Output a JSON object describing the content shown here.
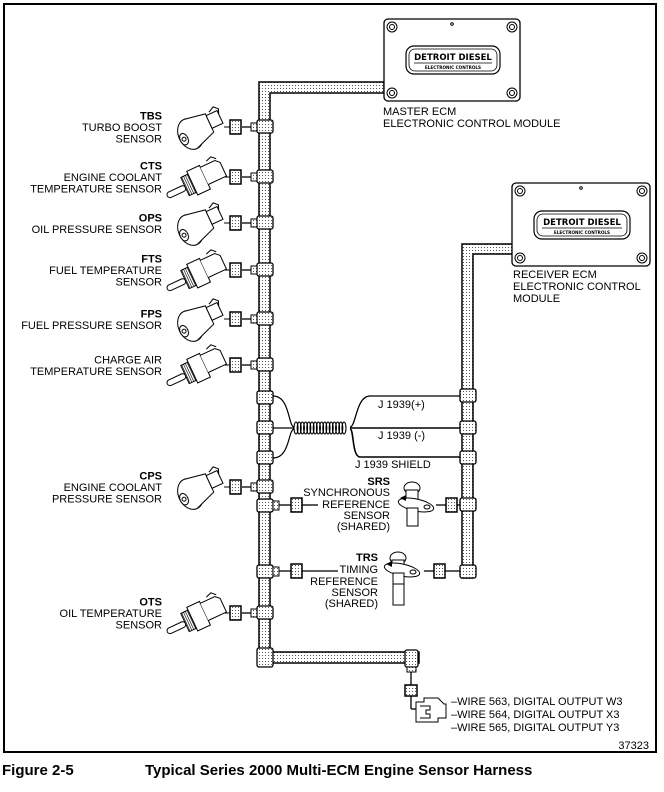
{
  "figure": {
    "number": "Figure 2-5",
    "title": "Typical Series 2000 Multi-ECM Engine Sensor Harness",
    "drawing_id": "37323"
  },
  "ecms": [
    {
      "id": "master",
      "brand": "DETROIT DIESEL",
      "brand_sub": "ELECTRONIC CONTROLS",
      "label_lines": [
        "MASTER ECM",
        "ELECTRONIC CONTROL MODULE"
      ]
    },
    {
      "id": "receiver",
      "brand": "DETROIT DIESEL",
      "brand_sub": "ELECTRONIC CONTROLS",
      "label_lines": [
        "RECEIVER ECM",
        "ELECTRONIC CONTROL",
        "MODULE"
      ]
    }
  ],
  "sensors": [
    {
      "abbr": "TBS",
      "lines": [
        "TURBO BOOST",
        "SENSOR"
      ],
      "kind": "pressure"
    },
    {
      "abbr": "CTS",
      "lines": [
        "ENGINE COOLANT",
        "TEMPERATURE SENSOR"
      ],
      "kind": "temperature"
    },
    {
      "abbr": "OPS",
      "lines": [
        "OIL PRESSURE SENSOR"
      ],
      "kind": "pressure"
    },
    {
      "abbr": "FTS",
      "lines": [
        "FUEL TEMPERATURE",
        "SENSOR"
      ],
      "kind": "temperature"
    },
    {
      "abbr": "FPS",
      "lines": [
        "FUEL PRESSURE SENSOR"
      ],
      "kind": "pressure"
    },
    {
      "abbr": "",
      "lines": [
        "CHARGE AIR",
        "TEMPERATURE SENSOR"
      ],
      "kind": "temperature"
    },
    {
      "abbr": "CPS",
      "lines": [
        "ENGINE COOLANT",
        "PRESSURE SENSOR"
      ],
      "kind": "pressure"
    },
    {
      "abbr": "OTS",
      "lines": [
        "OIL TEMPERATURE",
        "SENSOR"
      ],
      "kind": "temperature"
    }
  ],
  "shared_sensors": [
    {
      "abbr": "SRS",
      "lines": [
        "SYNCHRONOUS",
        "REFERENCE",
        "SENSOR",
        "(SHARED)"
      ]
    },
    {
      "abbr": "TRS",
      "lines": [
        "TIMING",
        "REFERENCE",
        "SENSOR",
        "(SHARED)"
      ]
    }
  ],
  "datalink": {
    "plus": "J 1939(+)",
    "minus": "J 1939 (-)",
    "shield": "J 1939 SHIELD"
  },
  "outputs": [
    "–WIRE 563, DIGITAL OUTPUT W3",
    "–WIRE 564, DIGITAL OUTPUT X3",
    "–WIRE 565, DIGITAL OUTPUT Y3"
  ]
}
